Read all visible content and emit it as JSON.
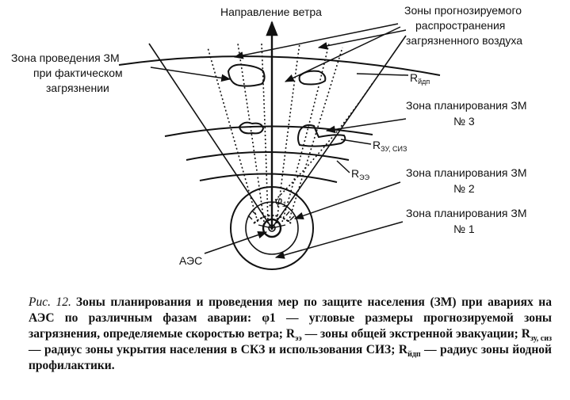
{
  "labels": {
    "wind_direction": "Направление ветра",
    "forecast_zones_1": "Зоны прогнозируемого",
    "forecast_zones_2": "распространения",
    "forecast_zones_3": "загрязненного воздуха",
    "actual_zone_1": "Зона проведения ЗМ",
    "actual_zone_2": "при фактическом",
    "actual_zone_3": "загрязнении",
    "r_yodine_main": "R",
    "r_yodine_sub": "йдп",
    "planning3_1": "Зона планирования ЗМ",
    "planning3_2": "№ 3",
    "r_shelter_main": "R",
    "r_shelter_sub": "ЗУ, СИЗ",
    "r_evac_main": "R",
    "r_evac_sub": "ЭЭ",
    "planning2_1": "Зона планирования ЗМ",
    "planning2_2": "№ 2",
    "phi": "φ",
    "phi_sub": "1",
    "planning1_1": "Зона планирования ЗМ",
    "planning1_2": "№ 1",
    "npp": "АЭС"
  },
  "caption": {
    "figure": "Рис. 12.",
    "part1": "Зоны планирования и проведения мер по защите населения (ЗМ) при авариях на АЭС по различным фазам аварии: φ1 — угловые размеры прогнозируемой зоны загрязнения, определяемые скоростью ветра; R",
    "sub1": "ээ",
    "part2": " — зоны общей экстренной эвакуации; R",
    "sub2": "зу, сиз",
    "part3": " — радиус зоны укрытия населения в СКЗ и использования СИЗ; R",
    "sub3": "йдп",
    "part4": " — радиус зоны йодной профилактики."
  }
}
